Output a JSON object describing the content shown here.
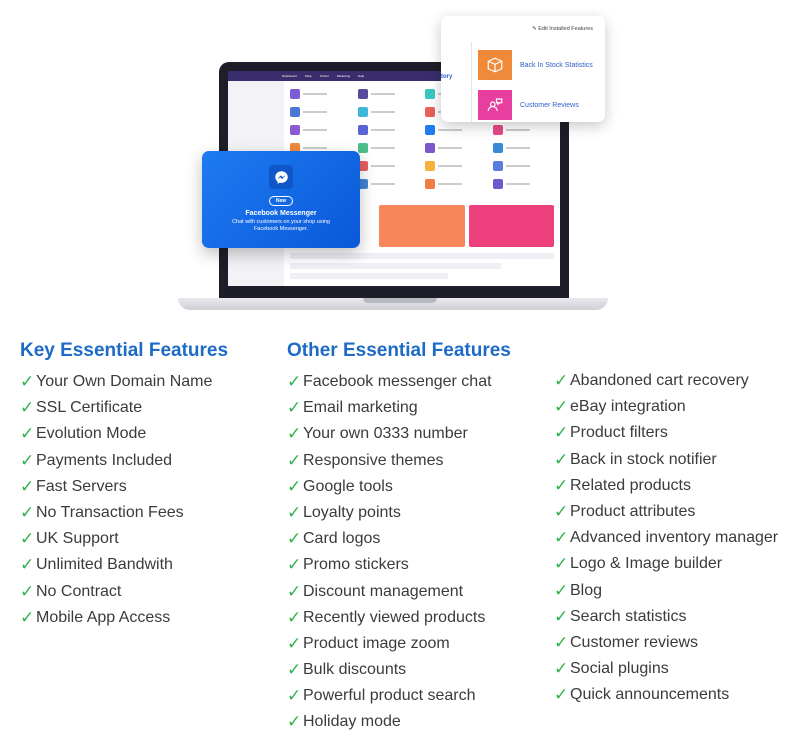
{
  "hero": {
    "fb_card": {
      "badge": "New",
      "title": "Facebook Messenger",
      "description": "Chat with customers on your shop using Facebook Messenger."
    },
    "features_card": {
      "edit_label": "Edit Installed Features",
      "edge_text": "tory",
      "items": [
        {
          "label": "Back In Stock Statistics",
          "color": "#f08a3b",
          "icon": "box-icon"
        },
        {
          "label": "Customer Reviews",
          "color": "#e83ea0",
          "icon": "review-icon"
        }
      ]
    },
    "laptop": {
      "nav_items": [
        "Dashboard",
        "Shop",
        "Orders",
        "Marketing",
        "Help"
      ]
    }
  },
  "key_features": {
    "heading": "Key Essential Features",
    "items": [
      "Your Own Domain Name",
      "SSL Certificate",
      "Evolution Mode",
      "Payments Included",
      "Fast Servers",
      "No Transaction Fees",
      "UK Support",
      "Unlimited Bandwith",
      "No Contract",
      "Mobile App Access"
    ]
  },
  "other_features": {
    "heading": "Other Essential Features",
    "column1": [
      "Facebook messenger chat",
      "Email marketing",
      "Your own 0333 number",
      "Responsive themes",
      "Google tools",
      "Loyalty points",
      "Card logos",
      "Promo stickers",
      "Discount management",
      "Recently viewed products",
      "Product image zoom",
      "Bulk discounts",
      "Powerful product search",
      "Holiday mode"
    ],
    "column2": [
      "Abandoned cart recovery",
      "eBay integration",
      "Product filters",
      "Back in stock notifier",
      "Related products",
      "Product attributes",
      "Advanced inventory manager",
      "Logo & Image builder",
      "Blog",
      "Search statistics",
      "Customer reviews",
      "Social plugins",
      "Quick announcements"
    ]
  },
  "colors": {
    "heading": "#1d6bc7",
    "tick": "#2fb34a",
    "messenger": "#1e7bf2"
  },
  "tick_glyph": "✓"
}
